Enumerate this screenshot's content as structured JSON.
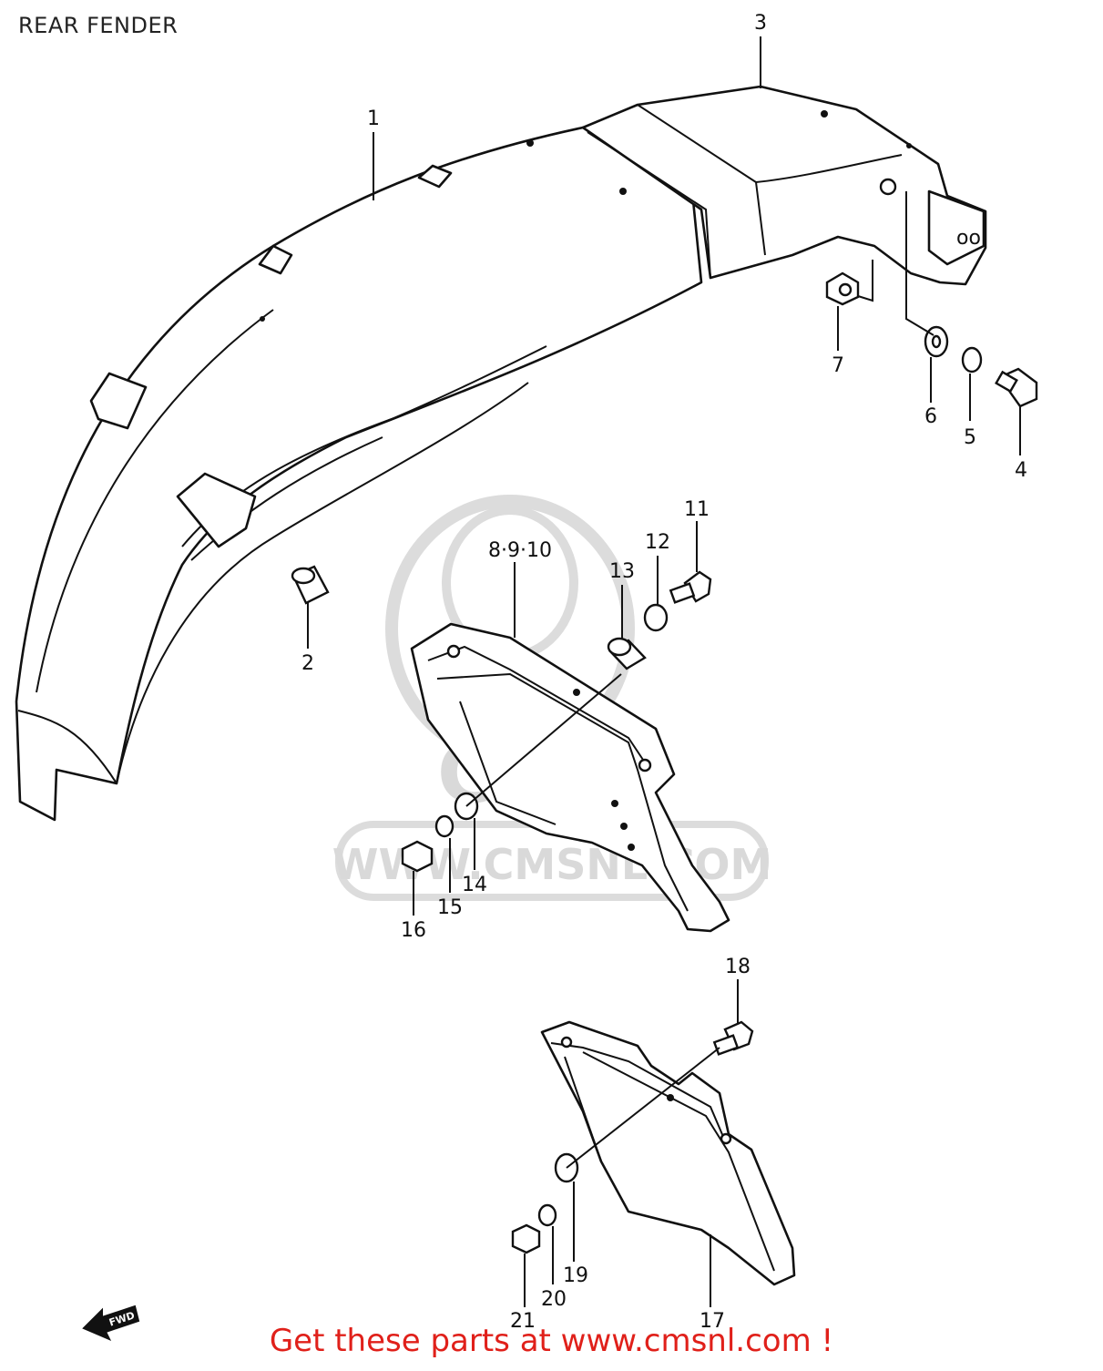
{
  "page": {
    "title": "REAR FENDER",
    "footer": "Get these parts at www.cmsnl.com !",
    "watermark_text": "WWW.CMSNL.COM",
    "watermark_logo": "CMS",
    "direction_icon": "fwd-arrow-icon",
    "direction_label": "FWD"
  },
  "colors": {
    "footer": "#e0201a",
    "watermark": "#d9d9d9",
    "line": "#111111"
  },
  "callouts": [
    {
      "id": "c1",
      "label": "1"
    },
    {
      "id": "c2",
      "label": "2"
    },
    {
      "id": "c3",
      "label": "3"
    },
    {
      "id": "c4",
      "label": "4"
    },
    {
      "id": "c5",
      "label": "5"
    },
    {
      "id": "c6",
      "label": "6"
    },
    {
      "id": "c7",
      "label": "7"
    },
    {
      "id": "c8",
      "label": "8·9·10"
    },
    {
      "id": "c11",
      "label": "11"
    },
    {
      "id": "c12",
      "label": "12"
    },
    {
      "id": "c13",
      "label": "13"
    },
    {
      "id": "c14",
      "label": "14"
    },
    {
      "id": "c15",
      "label": "15"
    },
    {
      "id": "c16",
      "label": "16"
    },
    {
      "id": "c17",
      "label": "17"
    },
    {
      "id": "c18",
      "label": "18"
    },
    {
      "id": "c19",
      "label": "19"
    },
    {
      "id": "c20",
      "label": "20"
    },
    {
      "id": "c21",
      "label": "21"
    }
  ]
}
